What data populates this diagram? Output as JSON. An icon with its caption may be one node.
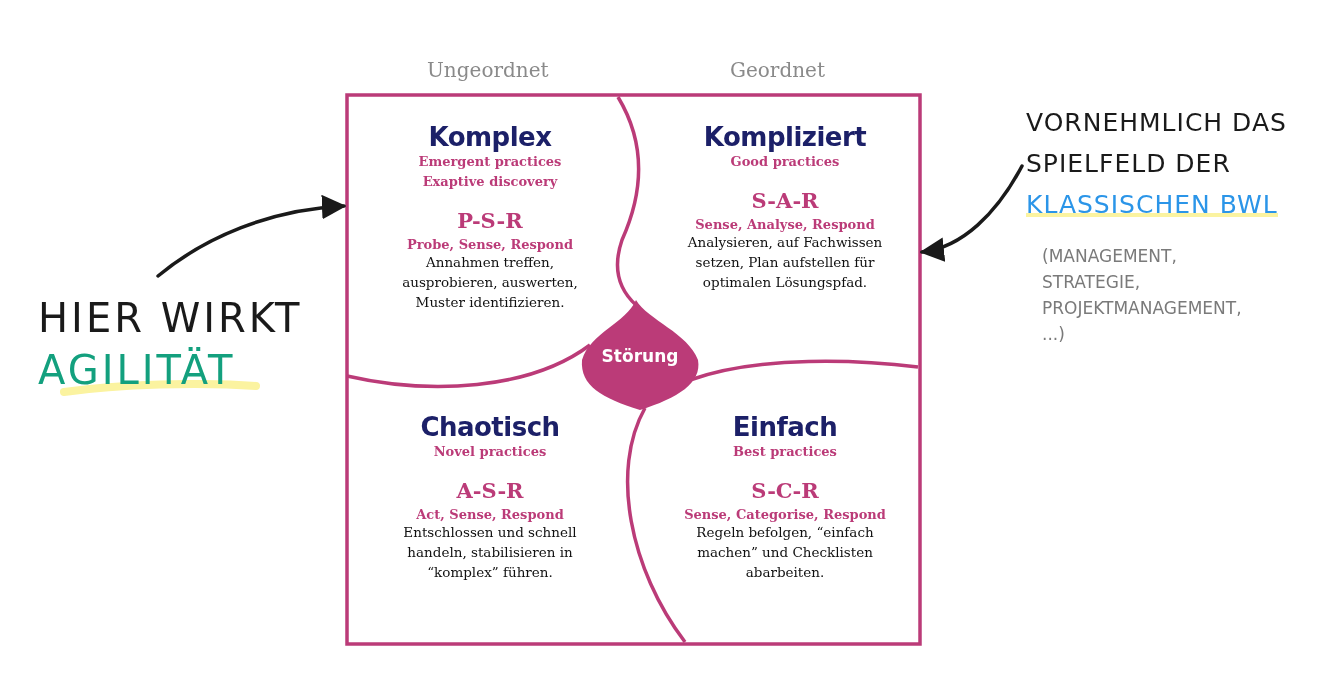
{
  "diagram": {
    "nodes": [
      {
        "text": [
          "Komplex",
          "Emergent practices Exaptive discovery",
          "P-S-R",
          "Probe, Sense, Respond",
          "Annahmen treffen, ausprobieren, auswerten, Muster identifizieren."
        ]
      },
      {
        "text": [
          "Kompliziert",
          "Good practices",
          "S-A-R",
          "Sense, Analyse, Respond",
          "Analysieren, auf Fachwissen setzen, Plan aufstellen für optimalen Lösungspfad."
        ]
      },
      {
        "text": [
          "Störung"
        ]
      },
      {
        "text": [
          "Chaotisch",
          "Novel practices",
          "A-S-R",
          "Act, Sense, Respond",
          "Entschlossen und schnell handeln, stabilisieren in “komplex” führen."
        ]
      },
      {
        "text": [
          "Einfach",
          "Best practices",
          "S-C-R",
          "Sense, Categorise, Respond",
          "Regeln befolgen, “einfach machen” und Checklisten abarbeiten."
        ]
      },
      {
        "text": [
          "HIER WIRKT",
          "AGILITÄT"
        ]
      },
      {
        "text": [
          "VORNEHMLICH DAS SPIELFELD DER",
          "KLASSISCHEN BWL",
          "(MANAGEMENT, STRATEGIE, PROJEKTMANAGEMENT, ...)"
        ]
      }
    ],
    "edges": [
      {
        "from": 5,
        "to": 0,
        "arrow": "to"
      },
      {
        "from": 6,
        "to": 1,
        "arrow": "to"
      }
    ],
    "labels": [
      "Ungeordnet",
      "Geordnet"
    ]
  }
}
